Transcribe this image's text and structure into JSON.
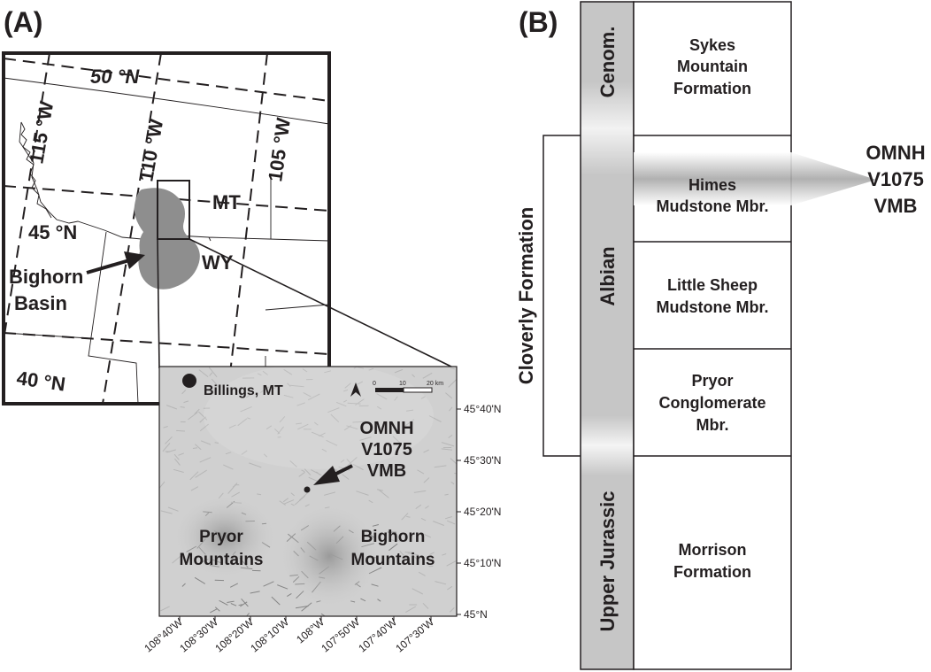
{
  "panel_a": {
    "label": "(A)",
    "parallels": [
      "50 °N",
      "45 °N",
      "40 °N"
    ],
    "meridians": [
      "115 °W",
      "110 °W",
      "105 °W"
    ],
    "states": [
      "MT",
      "WY"
    ],
    "basin_label_line1": "Bighorn",
    "basin_label_line2": "Basin",
    "inset": {
      "city": "Billings, MT",
      "locality_line1": "OMNH",
      "locality_line2": "V1075",
      "locality_line3": "VMB",
      "range_left_line1": "Pryor",
      "range_left_line2": "Mountains",
      "range_right_line1": "Bighorn",
      "range_right_line2": "Mountains",
      "scale_labels": [
        "0",
        "10",
        "20 km"
      ],
      "lat_ticks": [
        "45°40'N",
        "45°30'N",
        "45°20'N",
        "45°10'N",
        "45°N"
      ],
      "lon_ticks": [
        "108°40'W",
        "108°30'W",
        "108°20'W",
        "108°10'W",
        "108°W",
        "107°50'W",
        "107°40'W",
        "107°30'W"
      ]
    },
    "colors": {
      "basin_fill": "#8e8e8e",
      "relief_base": "#d0d0d0",
      "line": "#231f20"
    }
  },
  "panel_b": {
    "label": "(B)",
    "stages": [
      "Cenom.",
      "Albian",
      "Upper Jurassic"
    ],
    "formation": "Cloverly Formation",
    "units": [
      {
        "lines": [
          "Sykes",
          "Mountain",
          "Formation"
        ]
      },
      {
        "lines": [
          "Himes",
          "Mudstone Mbr."
        ]
      },
      {
        "lines": [
          "Little Sheep",
          "Mudstone Mbr."
        ]
      },
      {
        "lines": [
          "Pryor",
          "Conglomerate",
          "Mbr."
        ]
      },
      {
        "lines": [
          "Morrison",
          "Formation"
        ]
      }
    ],
    "locality_line1": "OMNH",
    "locality_line2": "V1075",
    "locality_line3": "VMB",
    "colors": {
      "column_gray": "#c6c6c6",
      "column_light": "#f2f2f2"
    }
  }
}
